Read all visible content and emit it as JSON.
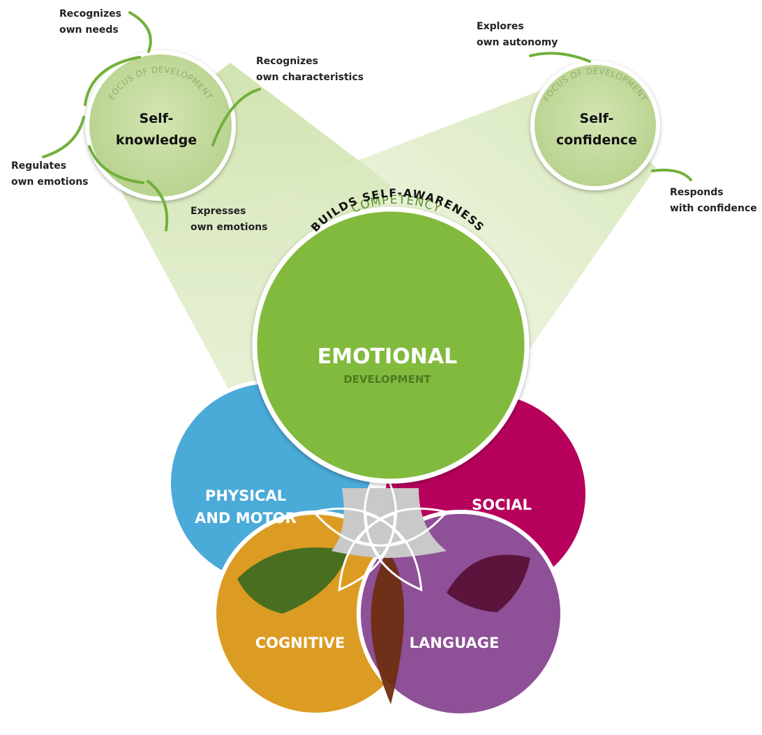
{
  "central": {
    "title": "EMOTIONAL",
    "subtitle": "DEVELOPMENT",
    "competency_label": "COMPETENCY",
    "competency": "BUILDS SELF-AWARENESS",
    "color": "#82ba3e"
  },
  "foci": [
    {
      "arc_label": "FOCUS OF DEVELOPMENT",
      "title_line1": "Self-",
      "title_line2": "knowledge",
      "items": [
        "Recognizes own needs",
        "Recognizes own characteristics",
        "Regulates own emotions",
        "Expresses own emotions"
      ]
    },
    {
      "arc_label": "FOCUS OF DEVELOPMENT",
      "title_line1": "Self-",
      "title_line2": "confidence",
      "items": [
        "Explores own autonomy",
        "Responds with confidence"
      ]
    }
  ],
  "labels": {
    "recognizes_needs": [
      "Recognizes",
      "own needs"
    ],
    "recognizes_characteristics": [
      "Recognizes",
      "own characteristics"
    ],
    "regulates_emotions": [
      "Regulates",
      "own emotions"
    ],
    "expresses_emotions": [
      "Expresses",
      "own emotions"
    ],
    "explores_autonomy": [
      "Explores",
      "own autonomy"
    ],
    "responds_confidence": [
      "Responds",
      "with confidence"
    ]
  },
  "domains": {
    "physical": {
      "line1": "PHYSICAL",
      "line2": "AND MOTOR",
      "color": "#4aaad8"
    },
    "social": {
      "label": "SOCIAL",
      "color": "#b6005c"
    },
    "cognitive": {
      "label": "COGNITIVE",
      "color": "#dc9c23"
    },
    "language": {
      "label": "LANGUAGE",
      "color": "#8e5096"
    }
  }
}
